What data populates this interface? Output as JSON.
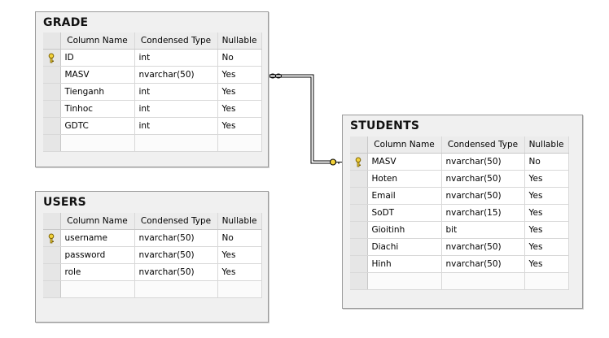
{
  "tables": {
    "grade": {
      "name": "GRADE",
      "columns": [
        "Column Name",
        "Condensed Type",
        "Nullable"
      ],
      "rows": [
        {
          "name": "ID",
          "type": "int",
          "nullable": "No",
          "key": true
        },
        {
          "name": "MASV",
          "type": "nvarchar(50)",
          "nullable": "Yes",
          "key": false
        },
        {
          "name": "Tienganh",
          "type": "int",
          "nullable": "Yes",
          "key": false
        },
        {
          "name": "Tinhoc",
          "type": "int",
          "nullable": "Yes",
          "key": false
        },
        {
          "name": "GDTC",
          "type": "int",
          "nullable": "Yes",
          "key": false
        }
      ]
    },
    "users": {
      "name": "USERS",
      "columns": [
        "Column Name",
        "Condensed Type",
        "Nullable"
      ],
      "rows": [
        {
          "name": "username",
          "type": "nvarchar(50)",
          "nullable": "No",
          "key": true
        },
        {
          "name": "password",
          "type": "nvarchar(50)",
          "nullable": "Yes",
          "key": false
        },
        {
          "name": "role",
          "type": "nvarchar(50)",
          "nullable": "Yes",
          "key": false
        }
      ]
    },
    "students": {
      "name": "STUDENTS",
      "columns": [
        "Column Name",
        "Condensed Type",
        "Nullable"
      ],
      "rows": [
        {
          "name": "MASV",
          "type": "nvarchar(50)",
          "nullable": "No",
          "key": true
        },
        {
          "name": "Hoten",
          "type": "nvarchar(50)",
          "nullable": "Yes",
          "key": false
        },
        {
          "name": "Email",
          "type": "nvarchar(50)",
          "nullable": "Yes",
          "key": false
        },
        {
          "name": "SoDT",
          "type": "nvarchar(15)",
          "nullable": "Yes",
          "key": false
        },
        {
          "name": "Gioitinh",
          "type": "bit",
          "nullable": "Yes",
          "key": false
        },
        {
          "name": "Diachi",
          "type": "nvarchar(50)",
          "nullable": "Yes",
          "key": false
        },
        {
          "name": "Hinh",
          "type": "nvarchar(50)",
          "nullable": "Yes",
          "key": false
        }
      ]
    }
  },
  "relationship": {
    "from": "GRADE",
    "to": "STUDENTS",
    "from_end": "many (infinity)",
    "to_end": "one (key)"
  },
  "icons": {
    "primary_key": "key-icon"
  },
  "colors": {
    "key": "#e8c000",
    "line": "#000000"
  }
}
